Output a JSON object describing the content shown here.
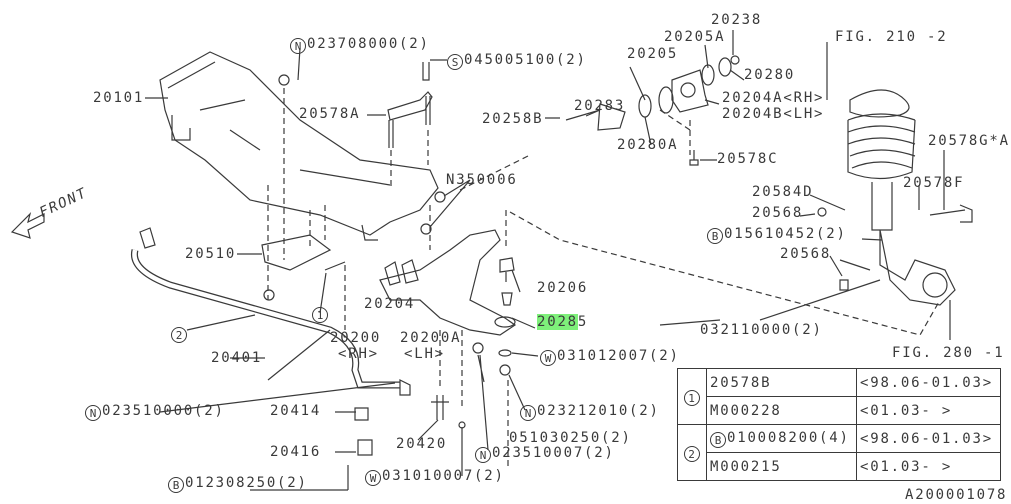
{
  "labels": {
    "n023708000": {
      "mark": "N",
      "text": "023708000(2)"
    },
    "s045005100": {
      "mark": "S",
      "text": "045005100(2)"
    },
    "p20101": "20101",
    "p20578A": "20578A",
    "n350006": "N350006",
    "front": "FRONT",
    "p20510": "20510",
    "p20204": "20204",
    "p20200": "20200",
    "rh": "<RH>",
    "p20200A": "20200A",
    "lh": "<LH>",
    "ref1": "1",
    "ref2": "2",
    "p20401": "20401",
    "n023510000": {
      "mark": "N",
      "text": "023510000(2)"
    },
    "p20414": "20414",
    "p20416": "20416",
    "p20420": "20420",
    "b012308250": {
      "mark": "B",
      "text": "012308250(2)"
    },
    "w031010007": {
      "mark": "W",
      "text": "031010007(2)"
    },
    "p051030250": "051030250(2)",
    "n023510007": {
      "mark": "N",
      "text": "023510007(2)"
    },
    "n023212010": {
      "mark": "N",
      "text": "023212010(2)"
    },
    "w031012007": {
      "mark": "W",
      "text": "031012007(2)"
    },
    "p20285_hl": "2028",
    "p20285_rest": "5",
    "p20206": "20206",
    "p20258B": "20258B",
    "p20283": "20283",
    "p20280A": "20280A",
    "p20205": "20205",
    "p20205A": "20205A",
    "p20238": "20238",
    "p20280": "20280",
    "p20204A": "20204A<RH>",
    "p20204B": "20204B<LH>",
    "p20578C": "20578C",
    "fig210": "FIG. 210 -2",
    "p20578G": "20578G*A",
    "p20578F": "20578F",
    "p20584D": "20584D",
    "p20568a": "20568",
    "b015610452": {
      "mark": "B",
      "text": "015610452(2)"
    },
    "p20568b": "20568",
    "p032110000": "032110000(2)",
    "fig280": "FIG. 280 -1",
    "diagram_id": "A200001078"
  },
  "ref_table": {
    "groups": [
      {
        "ref": "1",
        "rows": [
          {
            "part": "20578B",
            "period": "<98.06-01.03>"
          },
          {
            "part": "M000228",
            "period": "<01.03-     >"
          }
        ]
      },
      {
        "ref": "2",
        "rows": [
          {
            "mark": "B",
            "part": "010008200(4)",
            "period": "<98.06-01.03>"
          },
          {
            "part": "M000215",
            "period": "<01.03-     >"
          }
        ]
      }
    ]
  },
  "highlight_color": "#7ef07a"
}
